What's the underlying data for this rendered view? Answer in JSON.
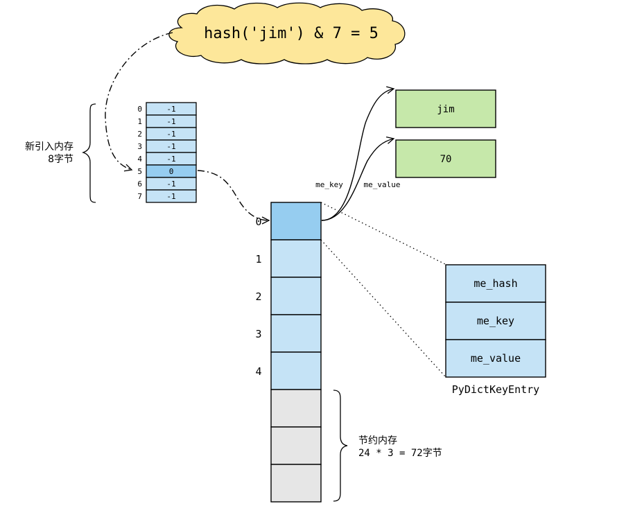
{
  "cloud": {
    "text": "hash('jim') & 7 = 5"
  },
  "indices": {
    "labels": [
      "0",
      "1",
      "2",
      "3",
      "4",
      "5",
      "6",
      "7"
    ],
    "values": [
      "-1",
      "-1",
      "-1",
      "-1",
      "-1",
      "0",
      "-1",
      "-1"
    ],
    "highlight_index": 5
  },
  "indices_brace": {
    "line1": "新引入内存",
    "line2": "8字节"
  },
  "entries": {
    "labels": [
      "0",
      "1",
      "2",
      "3",
      "4"
    ],
    "used_count": 5,
    "unused_count": 3,
    "highlight_index": 0
  },
  "entry_labels": {
    "key": "me_key",
    "value": "me_value"
  },
  "key_box": {
    "text": "jim"
  },
  "value_box": {
    "text": "70"
  },
  "struct": {
    "fields": [
      "me_hash",
      "me_key",
      "me_value"
    ],
    "name": "PyDictKeyEntry"
  },
  "saving_brace": {
    "line1": "节约内存",
    "line2": "24 * 3 = 72字节"
  },
  "colors": {
    "cell_light": "#c5e3f6",
    "cell_highlight": "#96cdf0",
    "cell_unused": "#e6e6e6",
    "green": "#c6e8aa",
    "cloud": "#fde79a",
    "stroke": "#000000"
  }
}
